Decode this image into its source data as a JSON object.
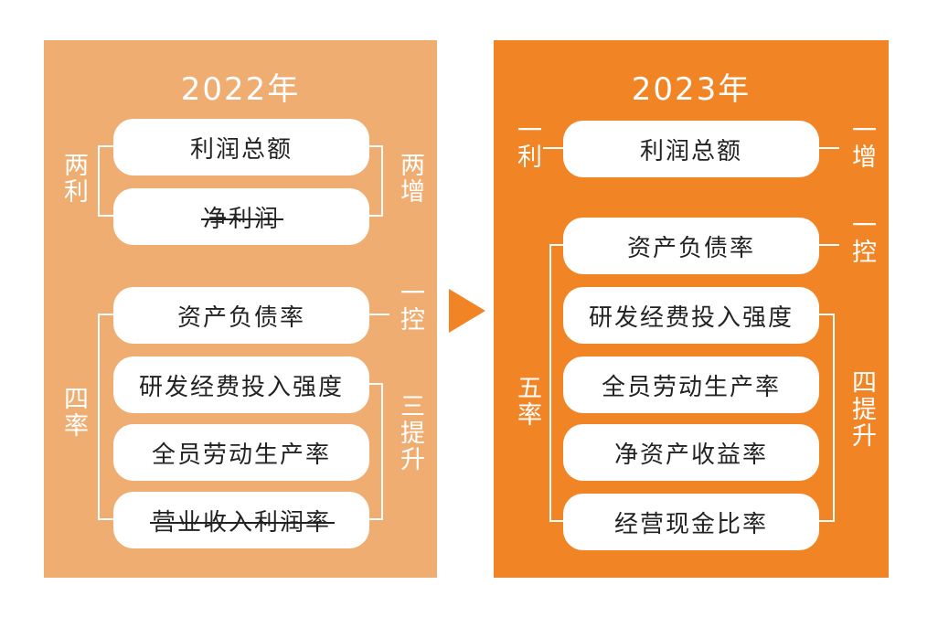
{
  "colors": {
    "left_panel": "#F0AD72",
    "right_panel": "#F18526",
    "pill": "#FFFFFF",
    "arrow": "#F18526"
  },
  "left": {
    "year": "2022年",
    "top_group": {
      "left_label": "两利",
      "right_label": "两增",
      "items": [
        "利润总额",
        "净利润"
      ]
    },
    "bottom_group": {
      "left_label": "四率",
      "control_label": "一控",
      "raise_label": "三提升",
      "items": [
        "资产负债率",
        "研发经费投入强度",
        "全员劳动生产率",
        "营业收入利润率"
      ]
    }
  },
  "right": {
    "year": "2023年",
    "top_group": {
      "left_label": "一利",
      "right_label": "一增",
      "items": [
        "利润总额"
      ]
    },
    "bottom_group": {
      "left_label": "五率",
      "control_label": "一控",
      "raise_label": "四提升",
      "items": [
        "资产负债率",
        "研发经费投入强度",
        "全员劳动生产率",
        "净资产收益率",
        "经营现金比率"
      ]
    }
  }
}
